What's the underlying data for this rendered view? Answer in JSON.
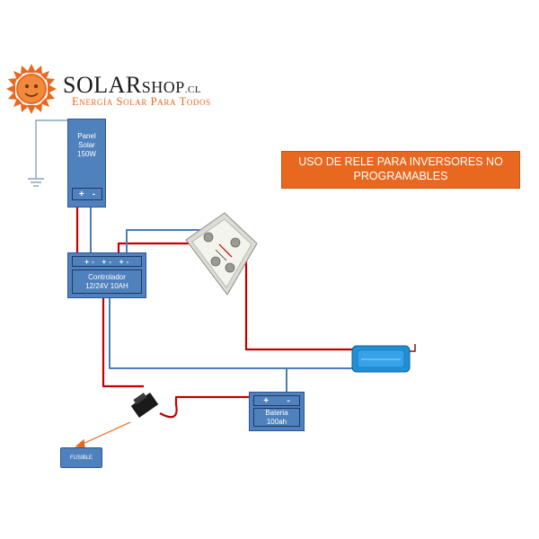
{
  "brand": {
    "name_big": "SOLAR",
    "name_small": "SHOP",
    "tld": ".CL",
    "tagline": "Energía Solar Para Todos"
  },
  "title": "USO DE RELE PARA INVERSORES NO PROGRAMABLES",
  "panel": {
    "label": "Panel\nSolar\n150W",
    "plus": "+",
    "minus": "-"
  },
  "controller": {
    "label": "Controlador\n12/24V 10AH",
    "terminals": "+ -   + -   + -"
  },
  "battery": {
    "label": "Bateria\n100ah",
    "plus": "+",
    "minus": "-"
  },
  "fuse": {
    "label": "FUSIBLE"
  },
  "colors": {
    "orange": "#e8681f",
    "blue_box": "#4f81bd",
    "wire_red": "#c00000",
    "wire_blue": "#4a7fb5",
    "inverter": "#1f8fd6"
  },
  "icons": [
    "sun-logo-icon",
    "ground-icon",
    "relay-icon",
    "inverter-icon",
    "fuse-holder-icon"
  ]
}
